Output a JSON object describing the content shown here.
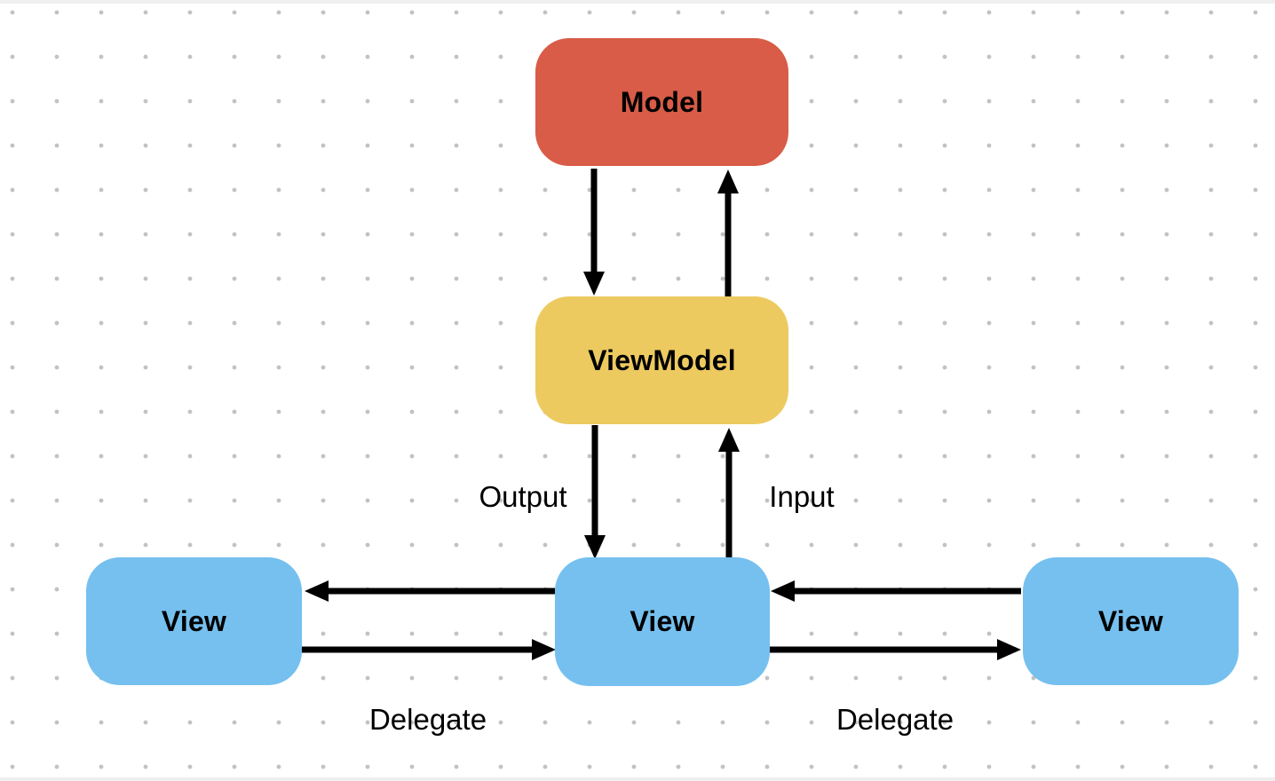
{
  "canvas": {
    "background": "#ffffff",
    "grid_dot_color": "#c2c2c2",
    "arrow_color": "#000000"
  },
  "nodes": [
    {
      "id": "model",
      "label": "Model",
      "color": "#D85C47"
    },
    {
      "id": "viewmodel",
      "label": "ViewModel",
      "color": "#EDCA60"
    },
    {
      "id": "view-left",
      "label": "View",
      "color": "#75C0EF"
    },
    {
      "id": "view-center",
      "label": "View",
      "color": "#75C0EF"
    },
    {
      "id": "view-right",
      "label": "View",
      "color": "#75C0EF"
    }
  ],
  "edges": [
    {
      "from": "Model",
      "to": "ViewModel",
      "label": ""
    },
    {
      "from": "ViewModel",
      "to": "Model",
      "label": ""
    },
    {
      "from": "ViewModel",
      "to": "View-center",
      "label": "Output"
    },
    {
      "from": "View-center",
      "to": "ViewModel",
      "label": "Input"
    },
    {
      "from": "View-center",
      "to": "View-left",
      "label": ""
    },
    {
      "from": "View-left",
      "to": "View-center",
      "label": "Delegate"
    },
    {
      "from": "View-right",
      "to": "View-center",
      "label": ""
    },
    {
      "from": "View-center",
      "to": "View-right",
      "label": "Delegate"
    }
  ],
  "edge_labels": {
    "output": "Output",
    "input": "Input",
    "delegate_left": "Delegate",
    "delegate_right": "Delegate"
  }
}
